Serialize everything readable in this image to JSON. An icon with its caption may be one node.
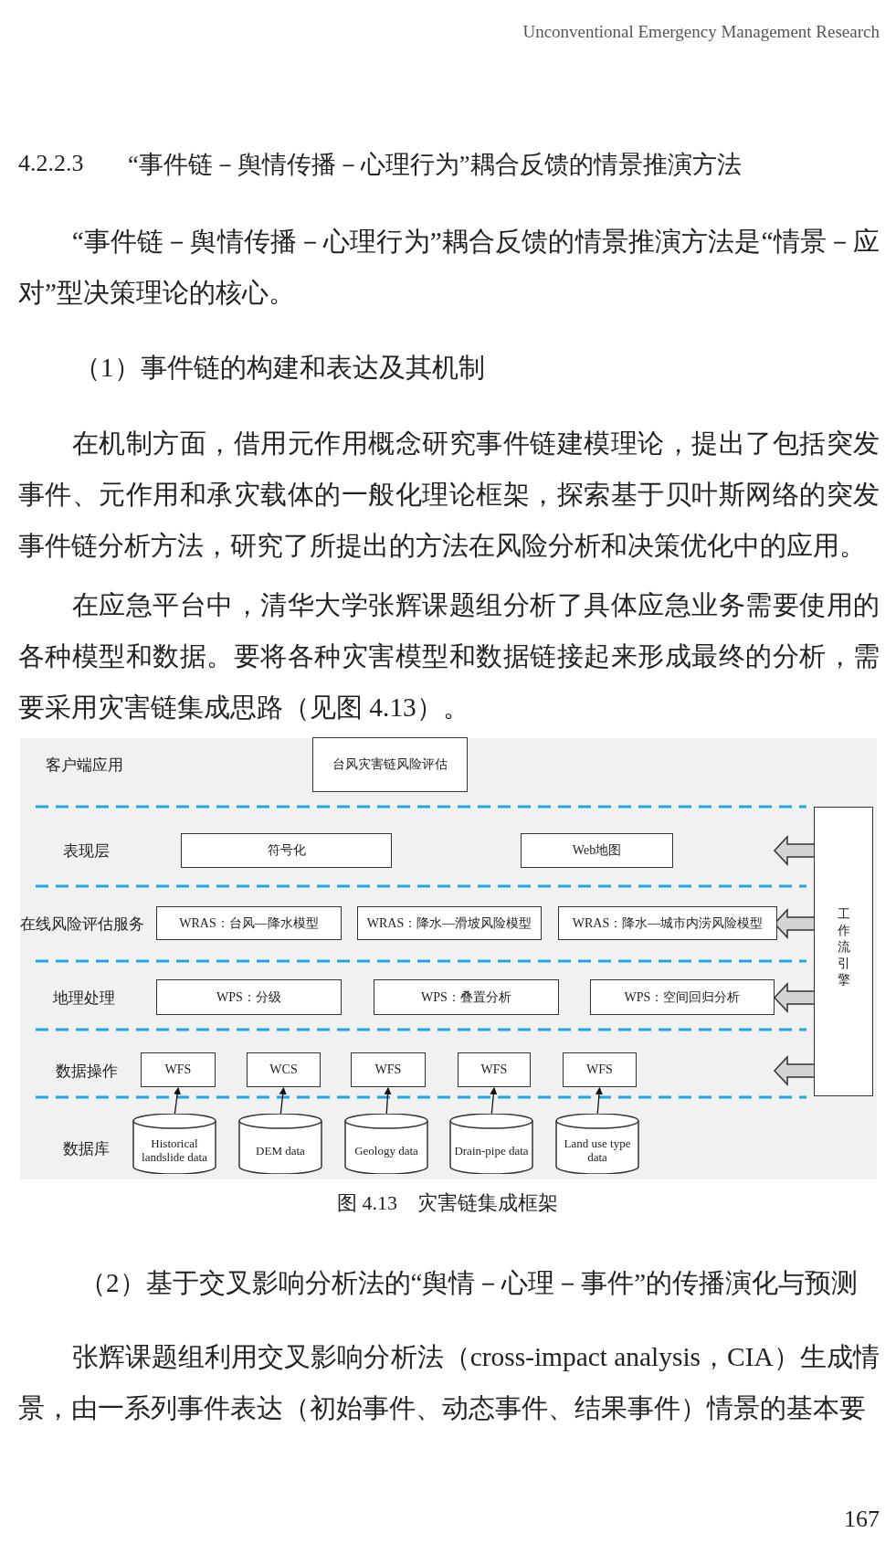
{
  "diagram": {
    "caption": "图 4.13　灾害链集成框架",
    "nodes": [
      {
        "text": [
          "台风灾害链风险评估"
        ]
      },
      {
        "text": [
          "符号化"
        ]
      },
      {
        "text": [
          "Web地图"
        ]
      },
      {
        "text": [
          "WRAS：台风—降水模型"
        ]
      },
      {
        "text": [
          "WRAS：降水—滑坡风险模型"
        ]
      },
      {
        "text": [
          "WRAS：降水—城市内涝风险模型"
        ]
      },
      {
        "text": [
          "WPS：分级"
        ]
      },
      {
        "text": [
          "WPS：叠置分析"
        ]
      },
      {
        "text": [
          "WPS：空间回归分析"
        ]
      },
      {
        "text": [
          "WFS"
        ]
      },
      {
        "text": [
          "WCS"
        ]
      },
      {
        "text": [
          "WFS"
        ]
      },
      {
        "text": [
          "WFS"
        ]
      },
      {
        "text": [
          "WFS"
        ]
      },
      {
        "text": [
          "Historical landslide data"
        ]
      },
      {
        "text": [
          "DEM data"
        ]
      },
      {
        "text": [
          "Geology data"
        ]
      },
      {
        "text": [
          "Drain-pipe data"
        ]
      },
      {
        "text": [
          "Land use type data"
        ]
      },
      {
        "text": [
          "工作流引擎"
        ]
      }
    ],
    "edges": [
      {
        "from": 14,
        "to": 9,
        "arrow": "to"
      },
      {
        "from": 15,
        "to": 10,
        "arrow": "to"
      },
      {
        "from": 16,
        "to": 11,
        "arrow": "to"
      },
      {
        "from": 17,
        "to": 12,
        "arrow": "to"
      },
      {
        "from": 18,
        "to": 13,
        "arrow": "to"
      },
      {
        "from": 19,
        "to": null,
        "arrow": "to",
        "style": "thick"
      },
      {
        "from": 19,
        "to": null,
        "arrow": "to",
        "style": "thick"
      },
      {
        "from": 19,
        "to": null,
        "arrow": "to",
        "style": "thick"
      },
      {
        "from": 19,
        "to": null,
        "arrow": "to",
        "style": "thick"
      }
    ],
    "labels": [
      "Unconventional Emergency Management Research",
      "4.2.2.3",
      "“事件链－舆情传播－心理行为”耦合反馈的情景推演方法",
      "“事件链－舆情传播－心理行为”耦合反馈的情景推演方法是“情景－应对”型决策理论的核心。",
      "（1）事件链的构建和表达及其机制",
      "在机制方面，借用元作用概念研究事件链建模理论，提出了包括突发事件、元作用和承灾载体的一般化理论框架，探索基于贝叶斯网络的突发事件链分析方法，研究了所提出的方法在风险分析和决策优化中的应用。",
      "在应急平台中，清华大学张辉课题组分析了具体应急业务需要使用的各种模型和数据。要将各种灾害模型和数据链接起来形成最终的分析，需要采用灾害链集成思路（见图 4.13）。",
      "客户端应用",
      "表现层",
      "在线风险评估服务",
      "地理处理",
      "数据操作",
      "数据库",
      "（2）基于交叉影响分析法的“舆情－心理－事件”的传播演化与预测",
      "张辉课题组利用交叉影响分析法（cross-impact analysis，CIA）生成情景，由一系列事件表达（初始事件、动态事件、结果事件）情景的基本要",
      "167"
    ]
  }
}
